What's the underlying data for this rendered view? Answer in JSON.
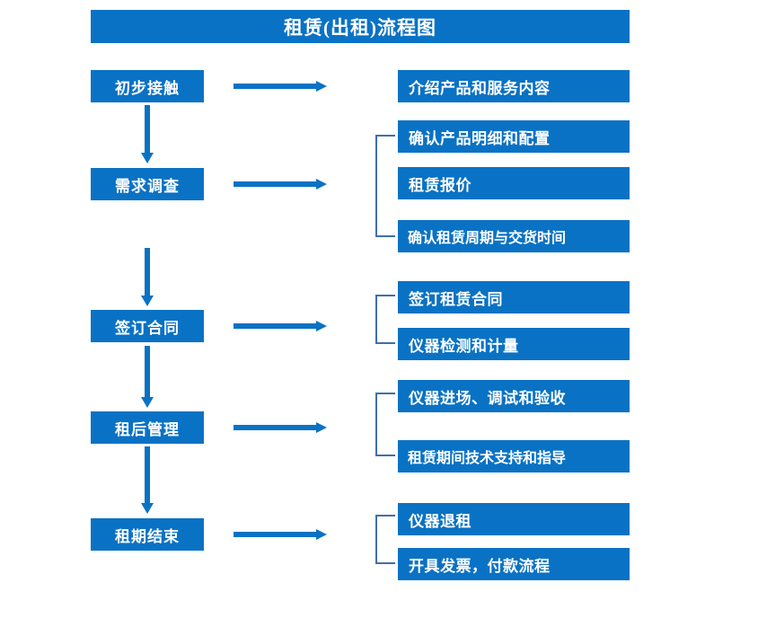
{
  "title": {
    "text": "租赁(出租)流程图"
  },
  "colors": {
    "box_fill": "#0a72c4",
    "box_text": "#ffffff",
    "arrow": "#0a72c4",
    "bracket": "#3f6fa9",
    "background": "#ffffff"
  },
  "stages": [
    {
      "id": "stage-1",
      "label": "初步接触"
    },
    {
      "id": "stage-2",
      "label": "需求调查"
    },
    {
      "id": "stage-3",
      "label": "签订合同"
    },
    {
      "id": "stage-4",
      "label": "租后管理"
    },
    {
      "id": "stage-5",
      "label": "租期结束"
    }
  ],
  "details": [
    {
      "id": "detail-1-1",
      "label": "介绍产品和服务内容"
    },
    {
      "id": "detail-2-1",
      "label": "确认产品明细和配置"
    },
    {
      "id": "detail-2-2",
      "label": "租赁报价"
    },
    {
      "id": "detail-2-3",
      "label": "确认租赁周期与交货时间"
    },
    {
      "id": "detail-3-1",
      "label": "签订租赁合同"
    },
    {
      "id": "detail-3-2",
      "label": "仪器检测和计量"
    },
    {
      "id": "detail-4-1",
      "label": "仪器进场、调试和验收"
    },
    {
      "id": "detail-4-2",
      "label": "租赁期间技术支持和指导"
    },
    {
      "id": "detail-5-1",
      "label": "仪器退租"
    },
    {
      "id": "detail-5-2",
      "label": "开具发票，付款流程"
    }
  ],
  "connectors": {
    "horizontal_arrow_count": 5,
    "vertical_arrow_count": 4,
    "bracket_count": 4
  }
}
